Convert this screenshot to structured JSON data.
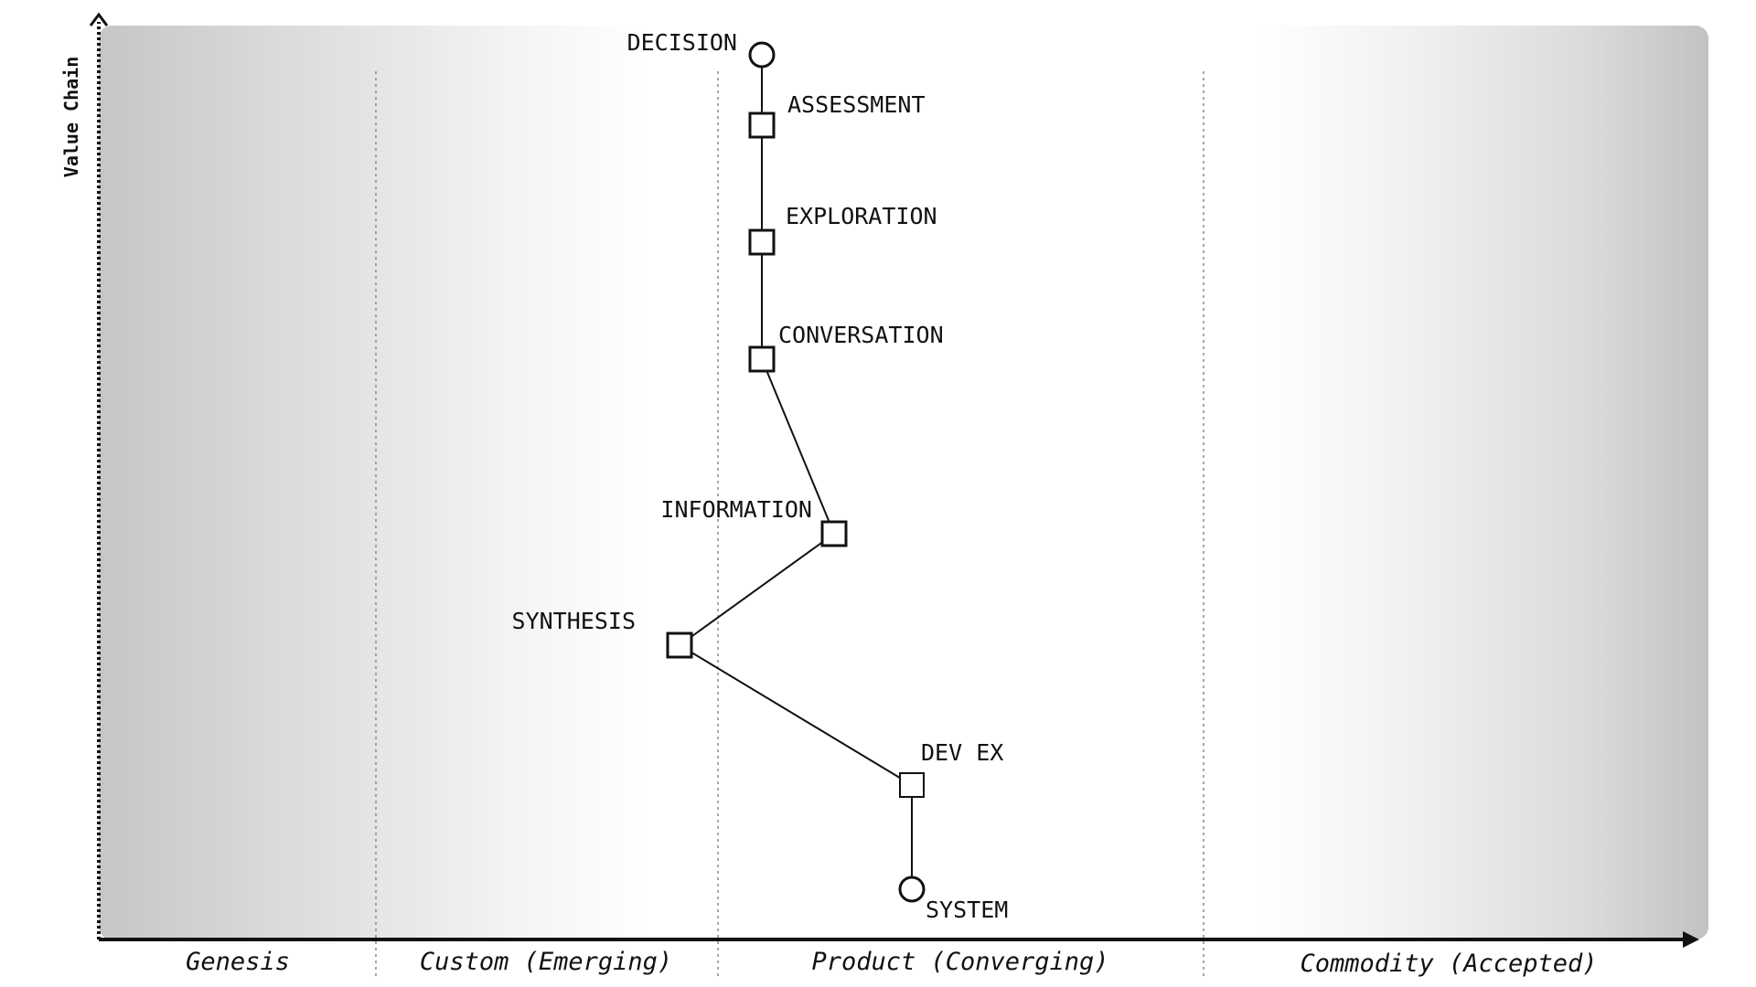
{
  "map": {
    "y_axis_label": "Value Chain",
    "stages": [
      "Genesis",
      "Custom (Emerging)",
      "Product (Converging)",
      "Commodity (Accepted)"
    ]
  },
  "components": [
    {
      "id": "decision",
      "label": "DECISION",
      "shape": "circle"
    },
    {
      "id": "assessment",
      "label": "ASSESSMENT",
      "shape": "square"
    },
    {
      "id": "exploration",
      "label": "EXPLORATION",
      "shape": "square"
    },
    {
      "id": "conversation",
      "label": "CONVERSATION",
      "shape": "square"
    },
    {
      "id": "information",
      "label": "INFORMATION",
      "shape": "square"
    },
    {
      "id": "synthesis",
      "label": "SYNTHESIS",
      "shape": "square"
    },
    {
      "id": "dev_ex",
      "label": "DEV EX",
      "shape": "square"
    },
    {
      "id": "system",
      "label": "SYSTEM",
      "shape": "circle"
    }
  ],
  "links": [
    [
      "decision",
      "assessment"
    ],
    [
      "assessment",
      "exploration"
    ],
    [
      "exploration",
      "conversation"
    ],
    [
      "conversation",
      "information"
    ],
    [
      "information",
      "synthesis"
    ],
    [
      "synthesis",
      "dev_ex"
    ],
    [
      "dev_ex",
      "system"
    ]
  ]
}
